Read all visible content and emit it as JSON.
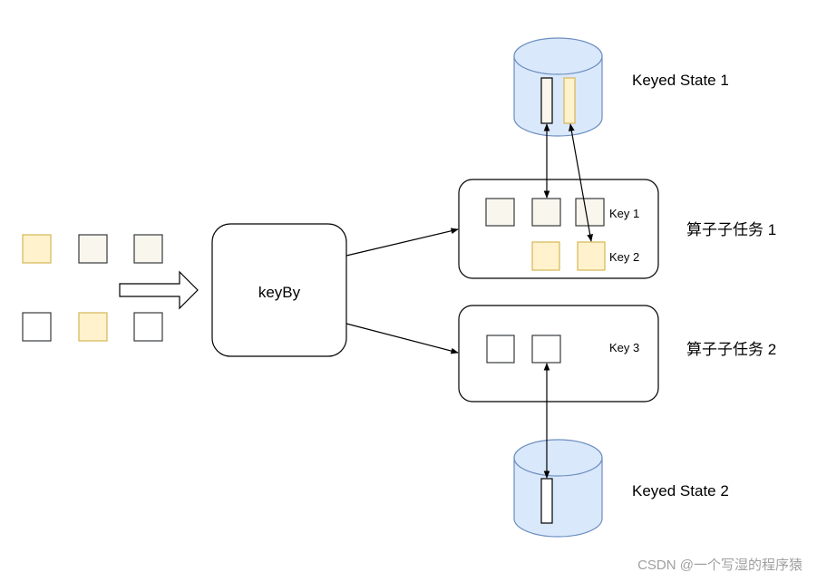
{
  "colors": {
    "yellow_fill": "#fff2cc",
    "beige_fill": "#f9f7ed",
    "white_fill": "#ffffff",
    "state_fill": "#dae8fc"
  },
  "operator": {
    "label": "keyBy"
  },
  "subtasks": [
    {
      "label": "算子子任务 1",
      "keys": [
        "Key 1",
        "Key 2"
      ]
    },
    {
      "label": "算子子任务 2",
      "keys": [
        "Key 3"
      ]
    }
  ],
  "states": [
    {
      "label": "Keyed State 1"
    },
    {
      "label": "Keyed State 2"
    }
  ],
  "watermark": "CSDN @一个写湿的程序猿"
}
